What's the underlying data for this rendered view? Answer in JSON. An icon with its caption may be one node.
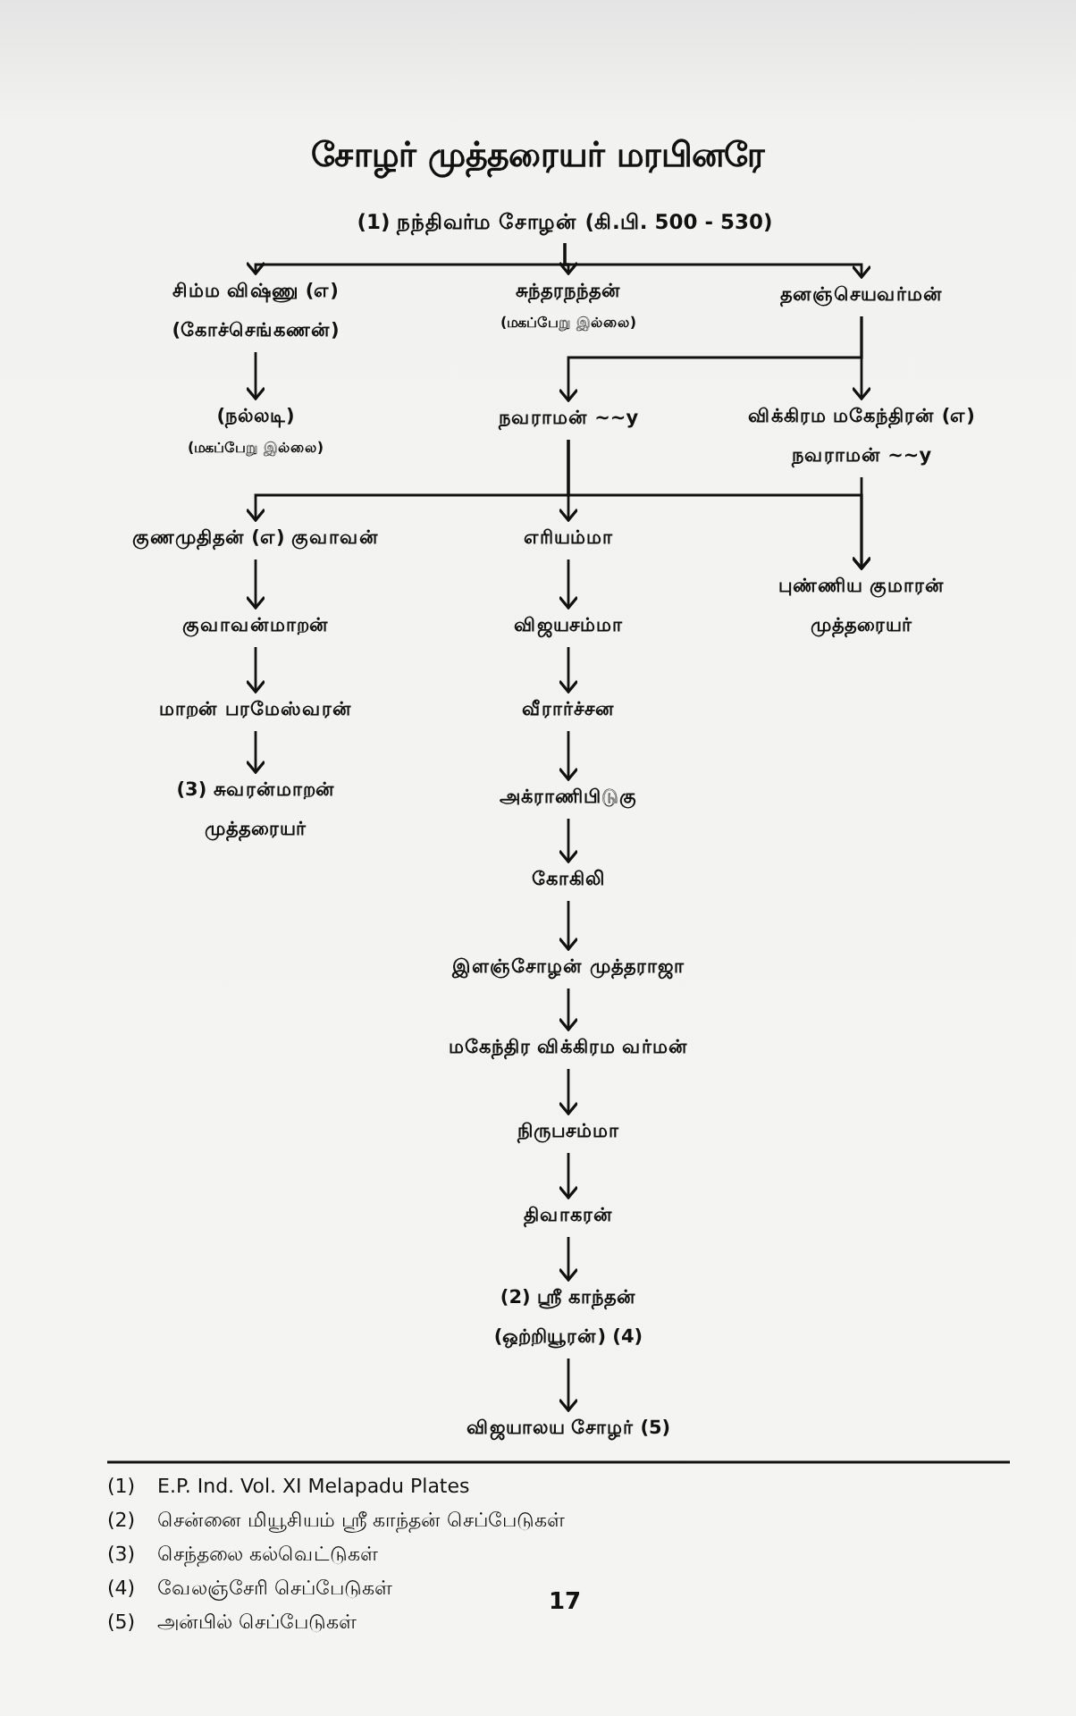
{
  "diagram": {
    "title": "சோழர் முத்தரையர் மரபினரே",
    "nodes": [
      {
        "text": [
          "(1) நந்திவர்ம சோழன் (கி.பி. 500 - 530)"
        ]
      },
      {
        "text": [
          "சிம்ம விஷ்ணு (எ) (கோச்செங்கணன்)"
        ]
      },
      {
        "text": [
          "சுந்தரநந்தன்",
          "(மகப்பேறு இல்லை)"
        ]
      },
      {
        "text": [
          "தனஞ்செயவர்மன்"
        ]
      },
      {
        "text": [
          "(நல்லடி)",
          "(மகப்பேறு இல்லை)"
        ]
      },
      {
        "text": [
          "நவராமன் ~~y"
        ]
      },
      {
        "text": [
          "விக்கிரம மகேந்திரன் (எ) நவராமன் ~~y"
        ]
      },
      {
        "text": [
          "குணமுதிதன் (எ) குவாவன்"
        ]
      },
      {
        "text": [
          "எரியம்மா"
        ]
      },
      {
        "text": [
          "புண்ணிய குமாரன் முத்தரையர்"
        ]
      },
      {
        "text": [
          "குவாவன்மாறன்"
        ]
      },
      {
        "text": [
          "விஜயசம்மா"
        ]
      },
      {
        "text": [
          "மாறன் பரமேஸ்வரன்"
        ]
      },
      {
        "text": [
          "வீரார்ச்சன"
        ]
      },
      {
        "text": [
          "(3) சுவரன்மாறன் முத்தரையர்"
        ]
      },
      {
        "text": [
          "அக்ராணிபிடுகு"
        ]
      },
      {
        "text": [
          "கோகிலி"
        ]
      },
      {
        "text": [
          "இளஞ்சோழன் முத்தராஜா"
        ]
      },
      {
        "text": [
          "மகேந்திர விக்கிரம வர்மன்"
        ]
      },
      {
        "text": [
          "நிருபசம்மா"
        ]
      },
      {
        "text": [
          "திவாகரன்"
        ]
      },
      {
        "text": [
          "(2) ஸ்ரீ காந்தன் (ஒற்றியூரன்) (4)"
        ]
      },
      {
        "text": [
          "விஜயாலய சோழர் (5)"
        ]
      }
    ],
    "edges": [
      {
        "from": 0,
        "to": 1,
        "arrow": "to"
      },
      {
        "from": 0,
        "to": 2,
        "arrow": "to"
      },
      {
        "from": 0,
        "to": 3,
        "arrow": "to"
      },
      {
        "from": 1,
        "to": 4,
        "arrow": "to"
      },
      {
        "from": 3,
        "to": 5,
        "arrow": "to"
      },
      {
        "from": 3,
        "to": 6,
        "arrow": "to"
      },
      {
        "from": 5,
        "to": 7,
        "arrow": "to"
      },
      {
        "from": 5,
        "to": 8,
        "arrow": "to"
      },
      {
        "from": 5,
        "to": 9,
        "arrow": "to"
      },
      {
        "from": 6,
        "to": 9,
        "arrow": "to"
      },
      {
        "from": 7,
        "to": 10,
        "arrow": "to"
      },
      {
        "from": 8,
        "to": 11,
        "arrow": "to"
      },
      {
        "from": 10,
        "to": 12,
        "arrow": "to"
      },
      {
        "from": 11,
        "to": 13,
        "arrow": "to"
      },
      {
        "from": 12,
        "to": 14,
        "arrow": "to"
      },
      {
        "from": 13,
        "to": 15,
        "arrow": "to"
      },
      {
        "from": 15,
        "to": 16,
        "arrow": "to"
      },
      {
        "from": 16,
        "to": 17,
        "arrow": "to"
      },
      {
        "from": 17,
        "to": 18,
        "arrow": "to"
      },
      {
        "from": 18,
        "to": 19,
        "arrow": "to"
      },
      {
        "from": 19,
        "to": 20,
        "arrow": "to"
      },
      {
        "from": 20,
        "to": 21,
        "arrow": "to"
      },
      {
        "from": 21,
        "to": 22,
        "arrow": "to"
      }
    ],
    "labels": [
      "(1)",
      "E.P. Ind. Vol. XI Melapadu Plates",
      "(2)",
      "சென்னை மியூசியம் ஸ்ரீ காந்தன் செப்பேடுகள்",
      "(3)",
      "செந்தலை கல்வெட்டுகள்",
      "(4)",
      "வேலஞ்சேரி செப்பேடுகள்",
      "(5)",
      "அன்பில் செப்பேடுகள்",
      "17"
    ]
  }
}
